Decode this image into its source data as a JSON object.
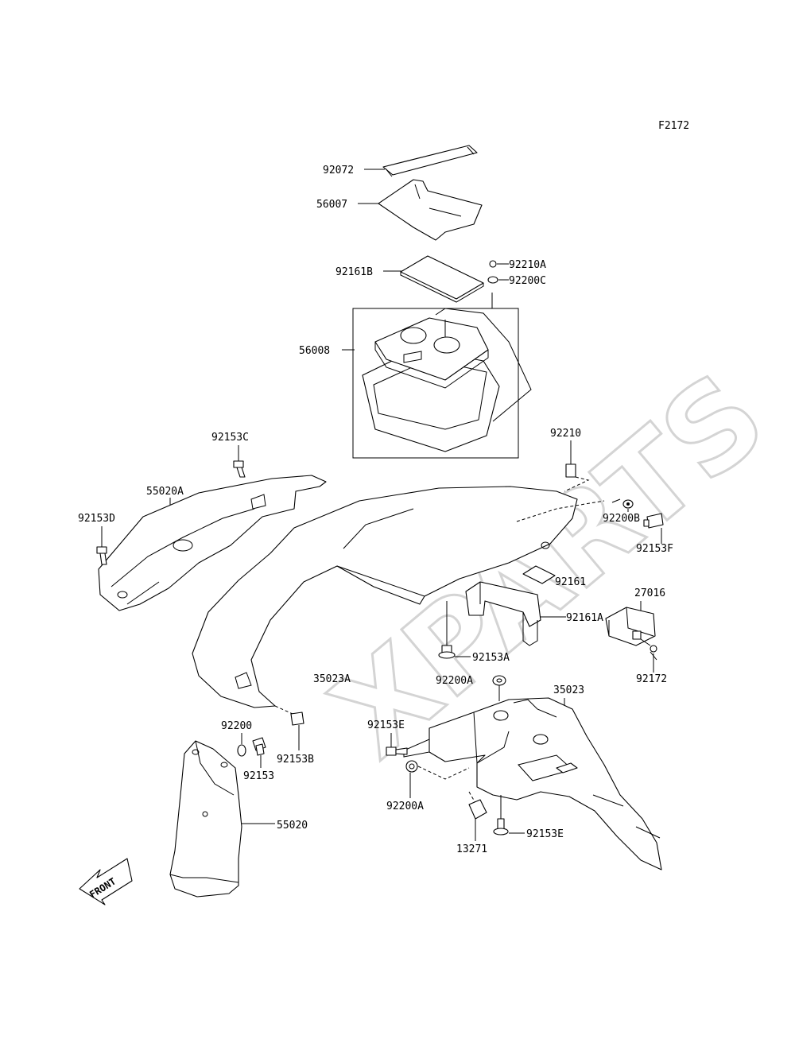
{
  "figure_code": "F2172",
  "front_label": "FRONT",
  "watermark": "XPARTS",
  "callouts": {
    "c92072": "92072",
    "c56007": "56007",
    "c92161B": "92161B",
    "c92210A": "92210A",
    "c92200C": "92200C",
    "c56008": "56008",
    "c92210": "92210",
    "c92153C": "92153C",
    "c55020A": "55020A",
    "c92153D": "92153D",
    "c92200B": "92200B",
    "c92153F": "92153F",
    "c92161": "92161",
    "c27016": "27016",
    "c92161A": "92161A",
    "c92153A": "92153A",
    "c92172": "92172",
    "c35023A": "35023A",
    "c92200A_top": "92200A",
    "c35023": "35023",
    "c92200": "92200",
    "c92153E_left": "92153E",
    "c92153": "92153",
    "c92153B": "92153B",
    "c92200A_bottom": "92200A",
    "c55020": "55020",
    "c13271": "13271",
    "c92153E_bottom": "92153E"
  }
}
